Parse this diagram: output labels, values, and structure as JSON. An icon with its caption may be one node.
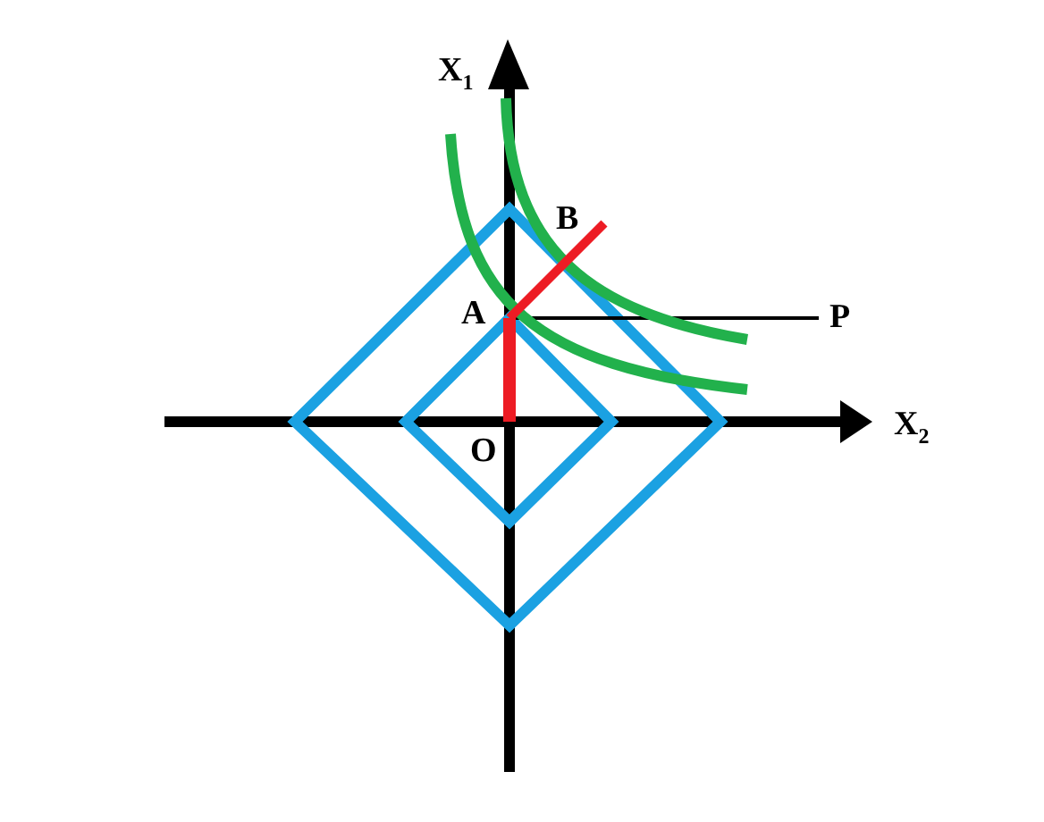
{
  "diagram": {
    "labels": [
      "X$_{1}$",
      "B",
      "A",
      "P",
      "O",
      "X$_{2}$"
    ]
  }
}
